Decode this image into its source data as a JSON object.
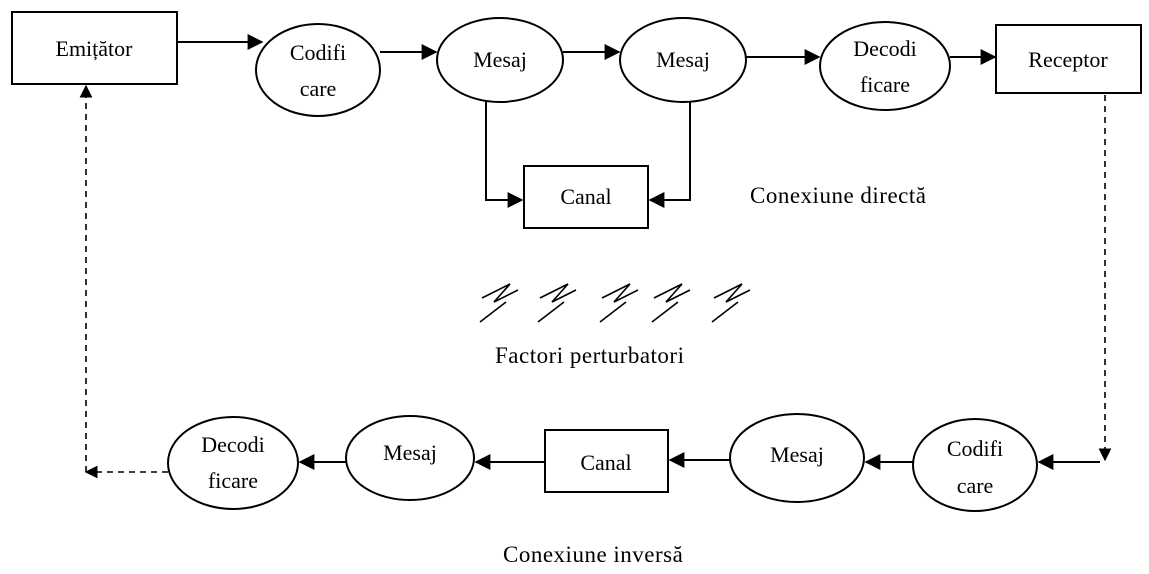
{
  "nodes": {
    "emitator": "Emițător",
    "codificare_top": [
      "Codifi",
      "care"
    ],
    "mesaj_top_1": "Mesaj",
    "mesaj_top_2": "Mesaj",
    "decodificare_top": [
      "Decodi",
      "ficare"
    ],
    "receptor": "Receptor",
    "canal_top": "Canal",
    "decodificare_bottom": [
      "Decodi",
      "ficare"
    ],
    "mesaj_bottom_1": "Mesaj",
    "canal_bottom": "Canal",
    "mesaj_bottom_2": "Mesaj",
    "codificare_bottom": [
      "Codifi",
      "care"
    ]
  },
  "labels": {
    "direct": "Conexiune directă",
    "noise": "Factori perturbatori",
    "inverse": "Conexiune inversă"
  }
}
